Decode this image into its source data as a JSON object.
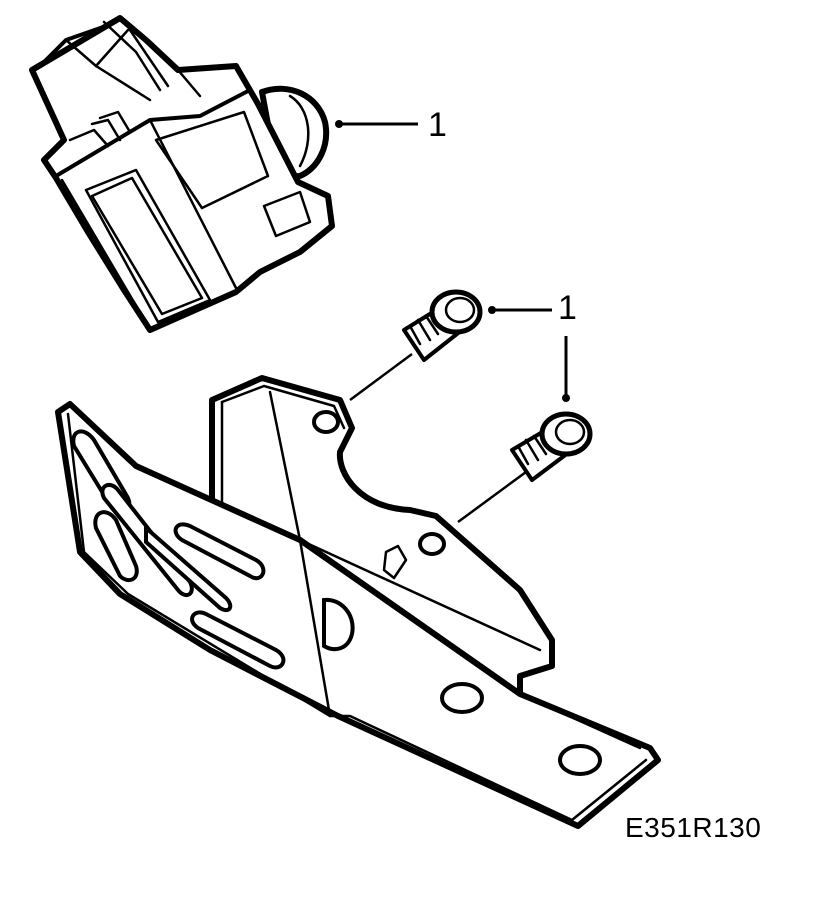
{
  "drawing": {
    "code": "E351R130"
  },
  "callouts": [
    {
      "id": "top",
      "label": "1",
      "refers_to": "sensor"
    },
    {
      "id": "mid",
      "label": "1",
      "refers_to": "screws"
    }
  ]
}
